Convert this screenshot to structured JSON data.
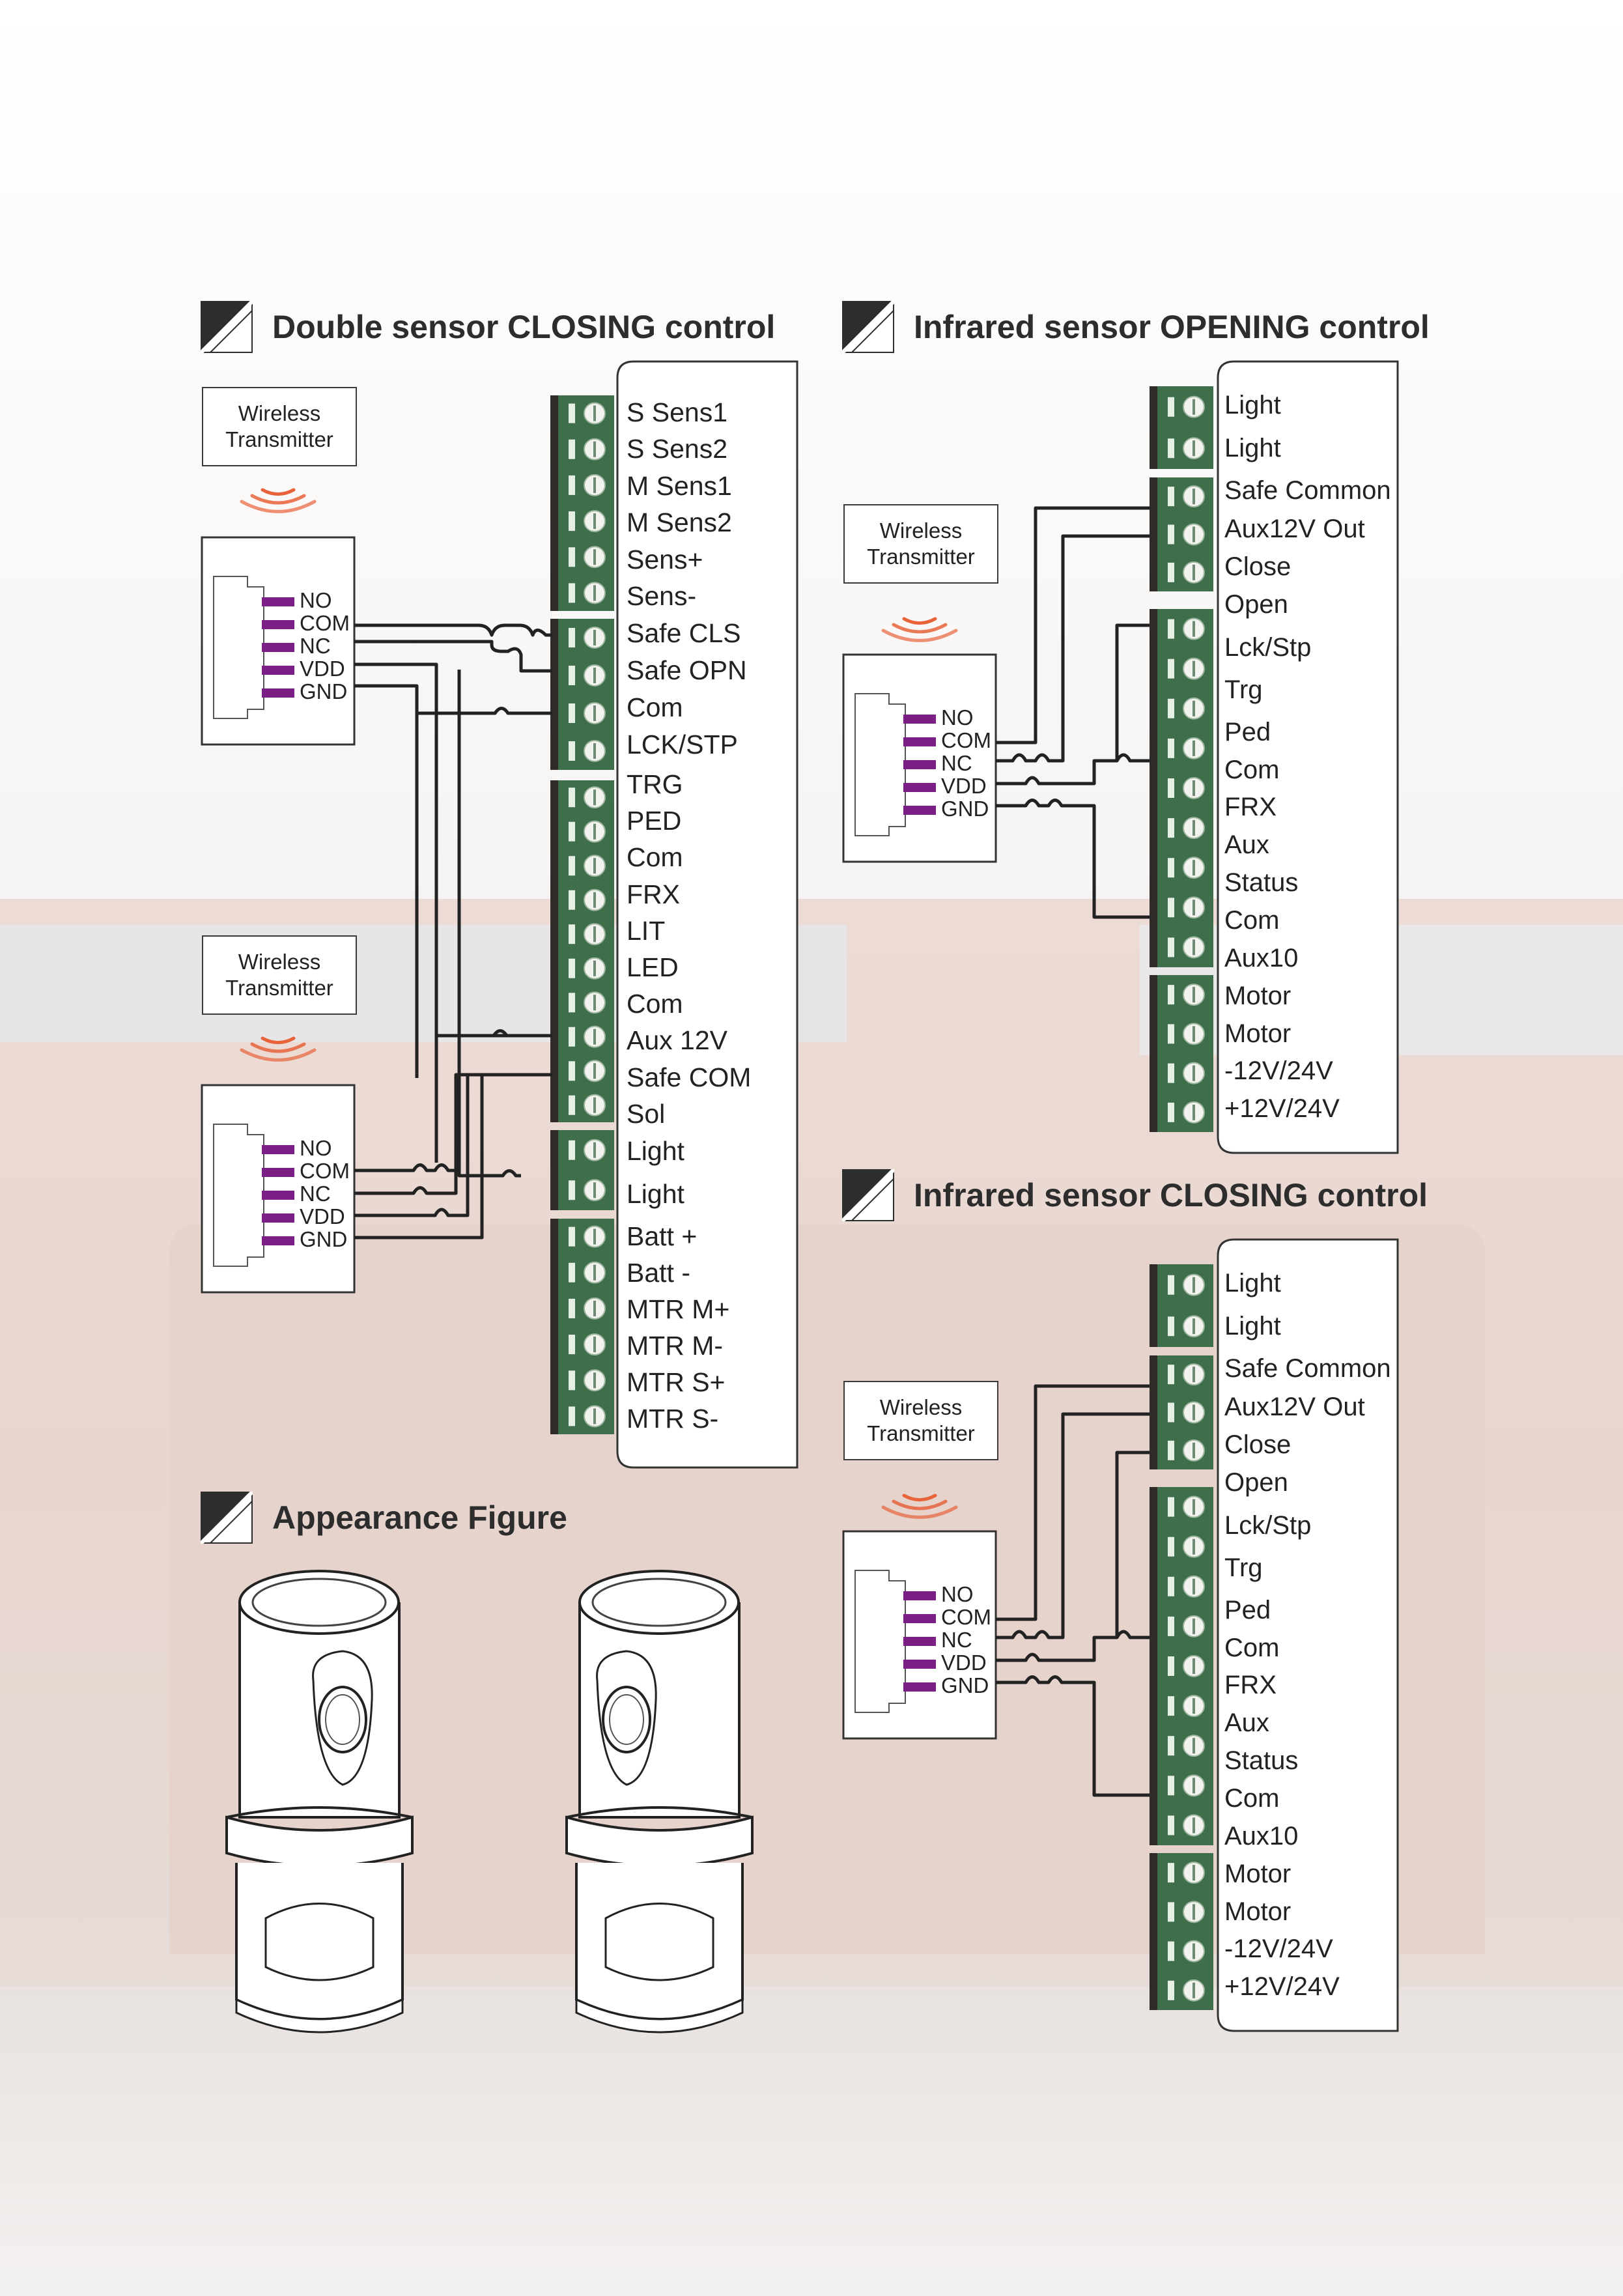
{
  "headings": {
    "double_closing": "Double sensor  CLOSING control",
    "ir_opening": "Infrared sensor OPENING control",
    "ir_closing": "Infrared sensor CLOSING control",
    "appearance": "Appearance Figure"
  },
  "transmitter_label": "Wireless\nTransmitter",
  "sensor_pins": [
    "NO",
    "COM",
    "NC",
    "VDD",
    "GND"
  ],
  "left_terminals": [
    "S  Sens1",
    "S  Sens2",
    "M  Sens1",
    "M  Sens2",
    "Sens+",
    "Sens-",
    "Safe  CLS",
    "Safe  OPN",
    "Com",
    "LCK/STP",
    "TRG",
    "PED",
    "Com",
    "FRX",
    "LIT",
    "LED",
    "Com",
    "Aux  12V",
    "Safe  COM",
    "Sol",
    "Light",
    "Light",
    "Batt  +",
    "Batt  -",
    "MTR  M+",
    "MTR  M-",
    "MTR  S+",
    "MTR  S-"
  ],
  "right_terminals": [
    "Light",
    "Light",
    "Safe Common",
    "Aux12V Out",
    "Close",
    "Open",
    "Lck/Stp",
    "Trg",
    "Ped",
    "Com",
    "FRX",
    "Aux",
    "Status",
    "Com",
    "Aux10",
    "Motor",
    "Motor",
    "-12V/24V",
    "+12V/24V"
  ],
  "colors": {
    "terminal_green": "#3f6e4a",
    "terminal_dark": "#2e2b28",
    "pin_purple": "#7a1f86",
    "wave_orange": "#e8633a",
    "wire": "#222222"
  }
}
